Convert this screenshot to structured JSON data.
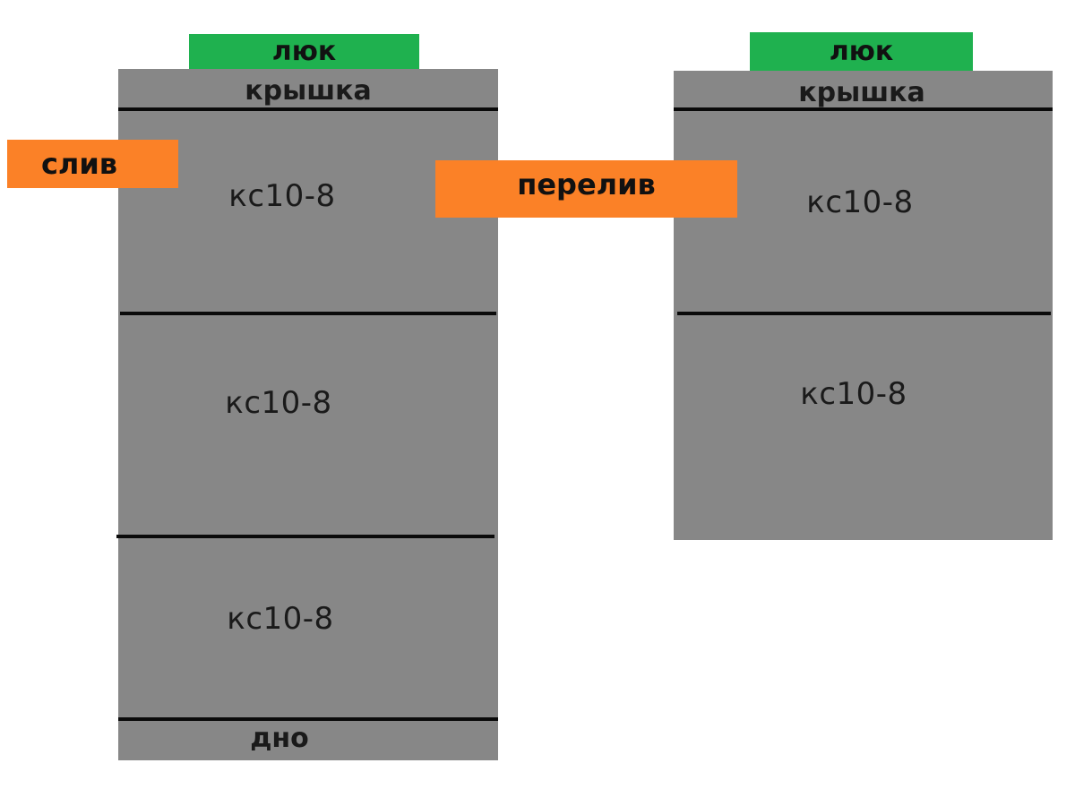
{
  "colors": {
    "concrete": "#878787",
    "hatch": "#1fb14f",
    "pipe": "#fb8127",
    "joint": "#0a0a0a",
    "background": "#ffffff"
  },
  "left_well": {
    "hatch": "люк",
    "lid": "крышка",
    "rings": [
      "кс10-8",
      "кс10-8",
      "кс10-8"
    ],
    "bottom": "дно"
  },
  "right_well": {
    "hatch": "люк",
    "lid": "крышка",
    "rings": [
      "кс10-8",
      "кс10-8"
    ]
  },
  "pipes": {
    "drain": "слив",
    "overflow": "перелив"
  }
}
